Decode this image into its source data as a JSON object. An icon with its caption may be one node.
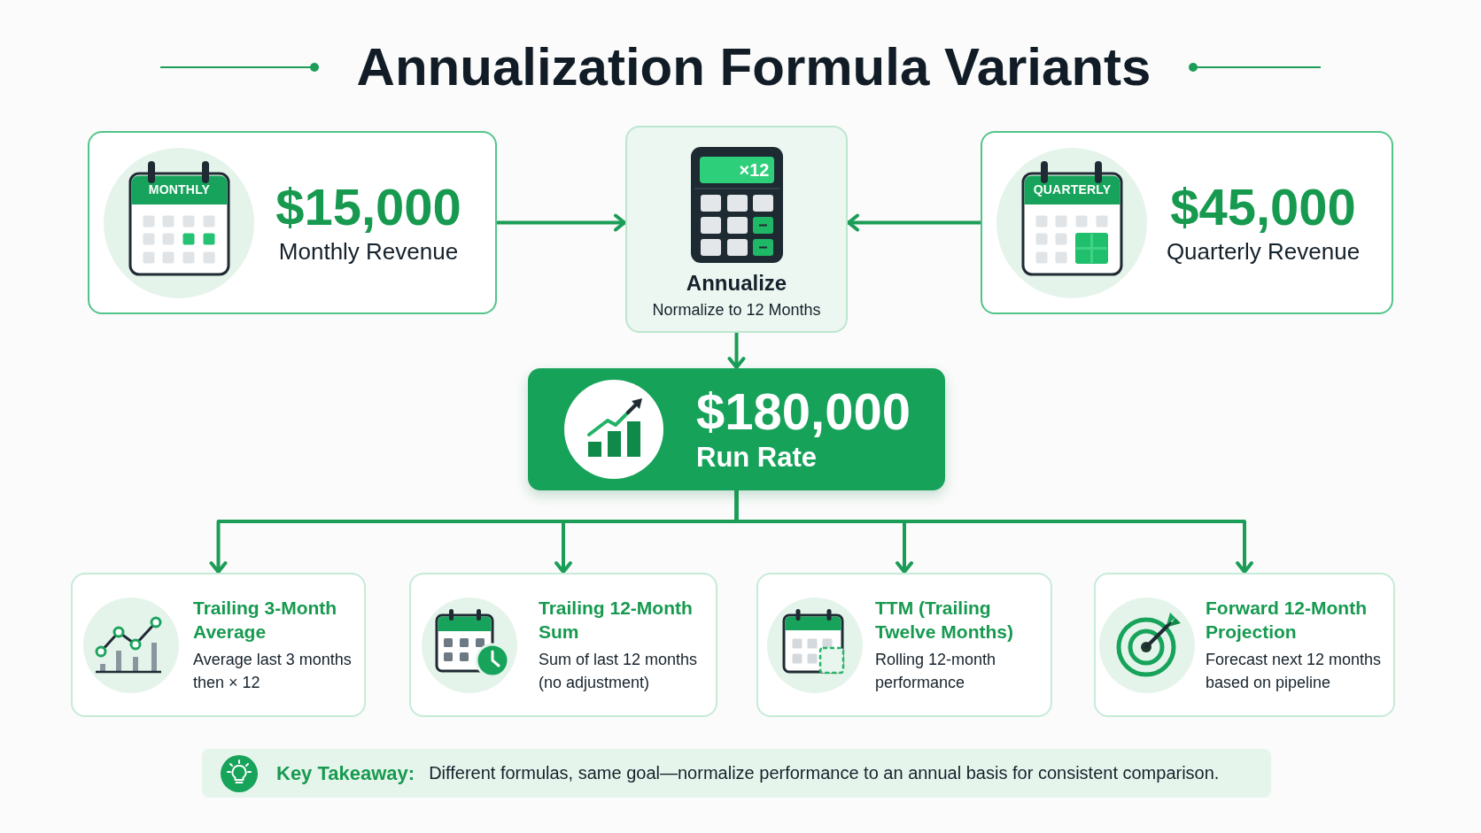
{
  "diagram": {
    "title": "Annualization Formula Variants",
    "nodes": [
      {
        "text": [
          "MONTHLY",
          "$15,000",
          "Monthly Revenue"
        ]
      },
      {
        "text": [
          "×12",
          "Annualize",
          "Normalize to 12 Months"
        ]
      },
      {
        "text": [
          "QUARTERLY",
          "$45,000",
          "Quarterly Revenue"
        ]
      },
      {
        "text": [
          "$180,000",
          "Run Rate"
        ]
      },
      {
        "text": [
          "Trailing 3-Month Average",
          "Average last 3 months then × 12"
        ]
      },
      {
        "text": [
          "Trailing 12-Month Sum",
          "Sum of last 12 months (no adjustment)"
        ]
      },
      {
        "text": [
          "TTM (Trailing Twelve Months)",
          "Rolling 12-month performance"
        ]
      },
      {
        "text": [
          "Forward 12-Month Projection",
          "Forecast next 12 months based on pipeline"
        ]
      },
      {
        "text": [
          "Key Takeaway:",
          "Different formulas, same goal—normalize performance to an annual basis for consistent comparison."
        ]
      }
    ],
    "edges": [
      {
        "from": 0,
        "to": 1,
        "arrow": "to"
      },
      {
        "from": 2,
        "to": 1,
        "arrow": "to"
      },
      {
        "from": 1,
        "to": 3,
        "arrow": "to"
      },
      {
        "from": 3,
        "to": 4,
        "arrow": "to"
      },
      {
        "from": 3,
        "to": 5,
        "arrow": "to"
      },
      {
        "from": 3,
        "to": 6,
        "arrow": "to"
      },
      {
        "from": 3,
        "to": 7,
        "arrow": "to"
      }
    ]
  }
}
